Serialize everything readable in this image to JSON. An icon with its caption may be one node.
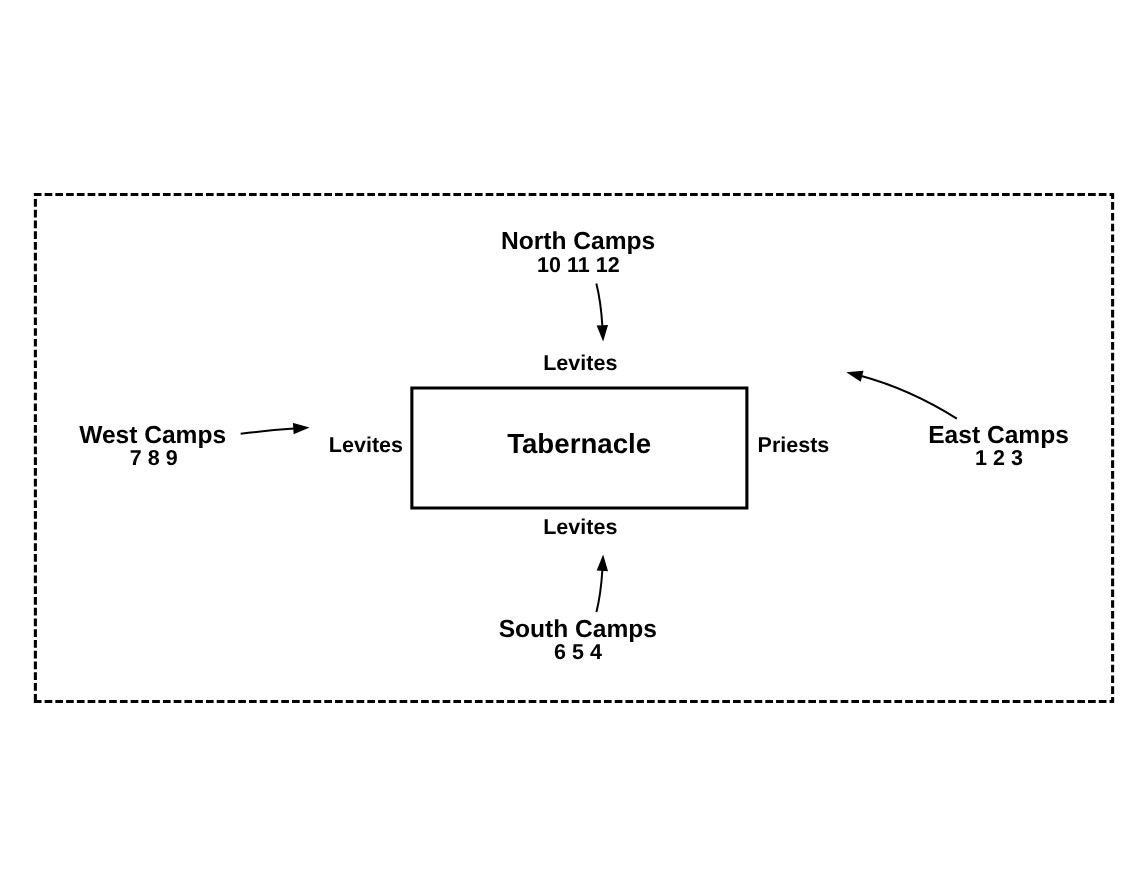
{
  "diagram": {
    "nodes": [
      {
        "text": [],
        "shape": "box"
      },
      {
        "text": [
          "North Camps",
          "10 11 12"
        ],
        "in": 0
      },
      {
        "text": [
          "West Camps",
          "7 8 9"
        ],
        "in": 0
      },
      {
        "text": [
          "Tabernacle"
        ],
        "beside": [
          "Levites",
          "Levites",
          "Priests",
          "Levites"
        ],
        "in": 0
      },
      {
        "text": [
          "East Camps",
          "1 2 3"
        ],
        "in": 0
      },
      {
        "text": [
          "South Camps",
          "6 5 4"
        ],
        "in": 0
      }
    ],
    "edges": [
      {
        "from": 1,
        "to": 3,
        "arrow": "to"
      },
      {
        "from": 2,
        "to": 3,
        "arrow": "to"
      },
      {
        "from": 4,
        "to": 3,
        "arrow": "to"
      },
      {
        "from": 5,
        "to": 3,
        "arrow": "to"
      }
    ]
  }
}
